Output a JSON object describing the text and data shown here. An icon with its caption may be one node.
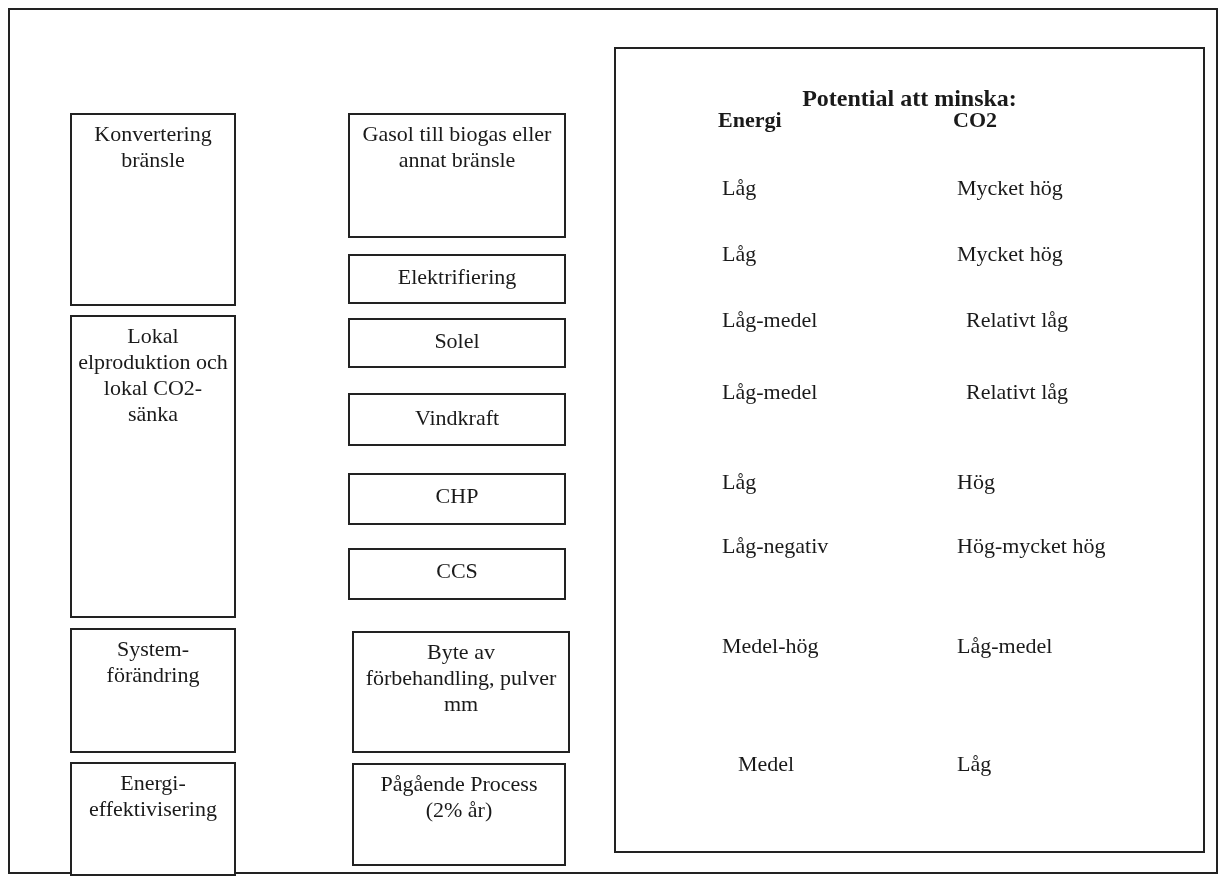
{
  "diagram": {
    "nodes": [
      {
        "text": [
          "Konvertering bränsle"
        ]
      },
      {
        "text": [
          "Lokal elproduktion och lokal CO2- sänka"
        ]
      },
      {
        "text": [
          "System- förändring"
        ]
      },
      {
        "text": [
          "Energi- effektivisering"
        ]
      },
      {
        "text": [
          "Gasol till biogas eller annat bränsle"
        ]
      },
      {
        "text": [
          "Elektrifiering"
        ]
      },
      {
        "text": [
          "Solel"
        ]
      },
      {
        "text": [
          "Vindkraft"
        ]
      },
      {
        "text": [
          "CHP"
        ]
      },
      {
        "text": [
          "CCS"
        ]
      },
      {
        "text": [
          "Byte av förbehandling, pulver mm"
        ]
      },
      {
        "text": [
          "Pågående Process (2% år)"
        ]
      },
      {
        "text": [
          "Potential att minska:",
          "Energi",
          "CO2",
          "Låg",
          "Mycket hög",
          "Låg",
          "Mycket hög",
          "Låg-medel",
          "Relativt låg",
          "Låg-medel",
          "Relativt låg",
          "Låg",
          "Hög",
          "Låg-negativ",
          "Hög-mycket hög",
          "Medel-hög",
          "Låg-medel",
          "Medel",
          "Låg"
        ]
      }
    ]
  }
}
